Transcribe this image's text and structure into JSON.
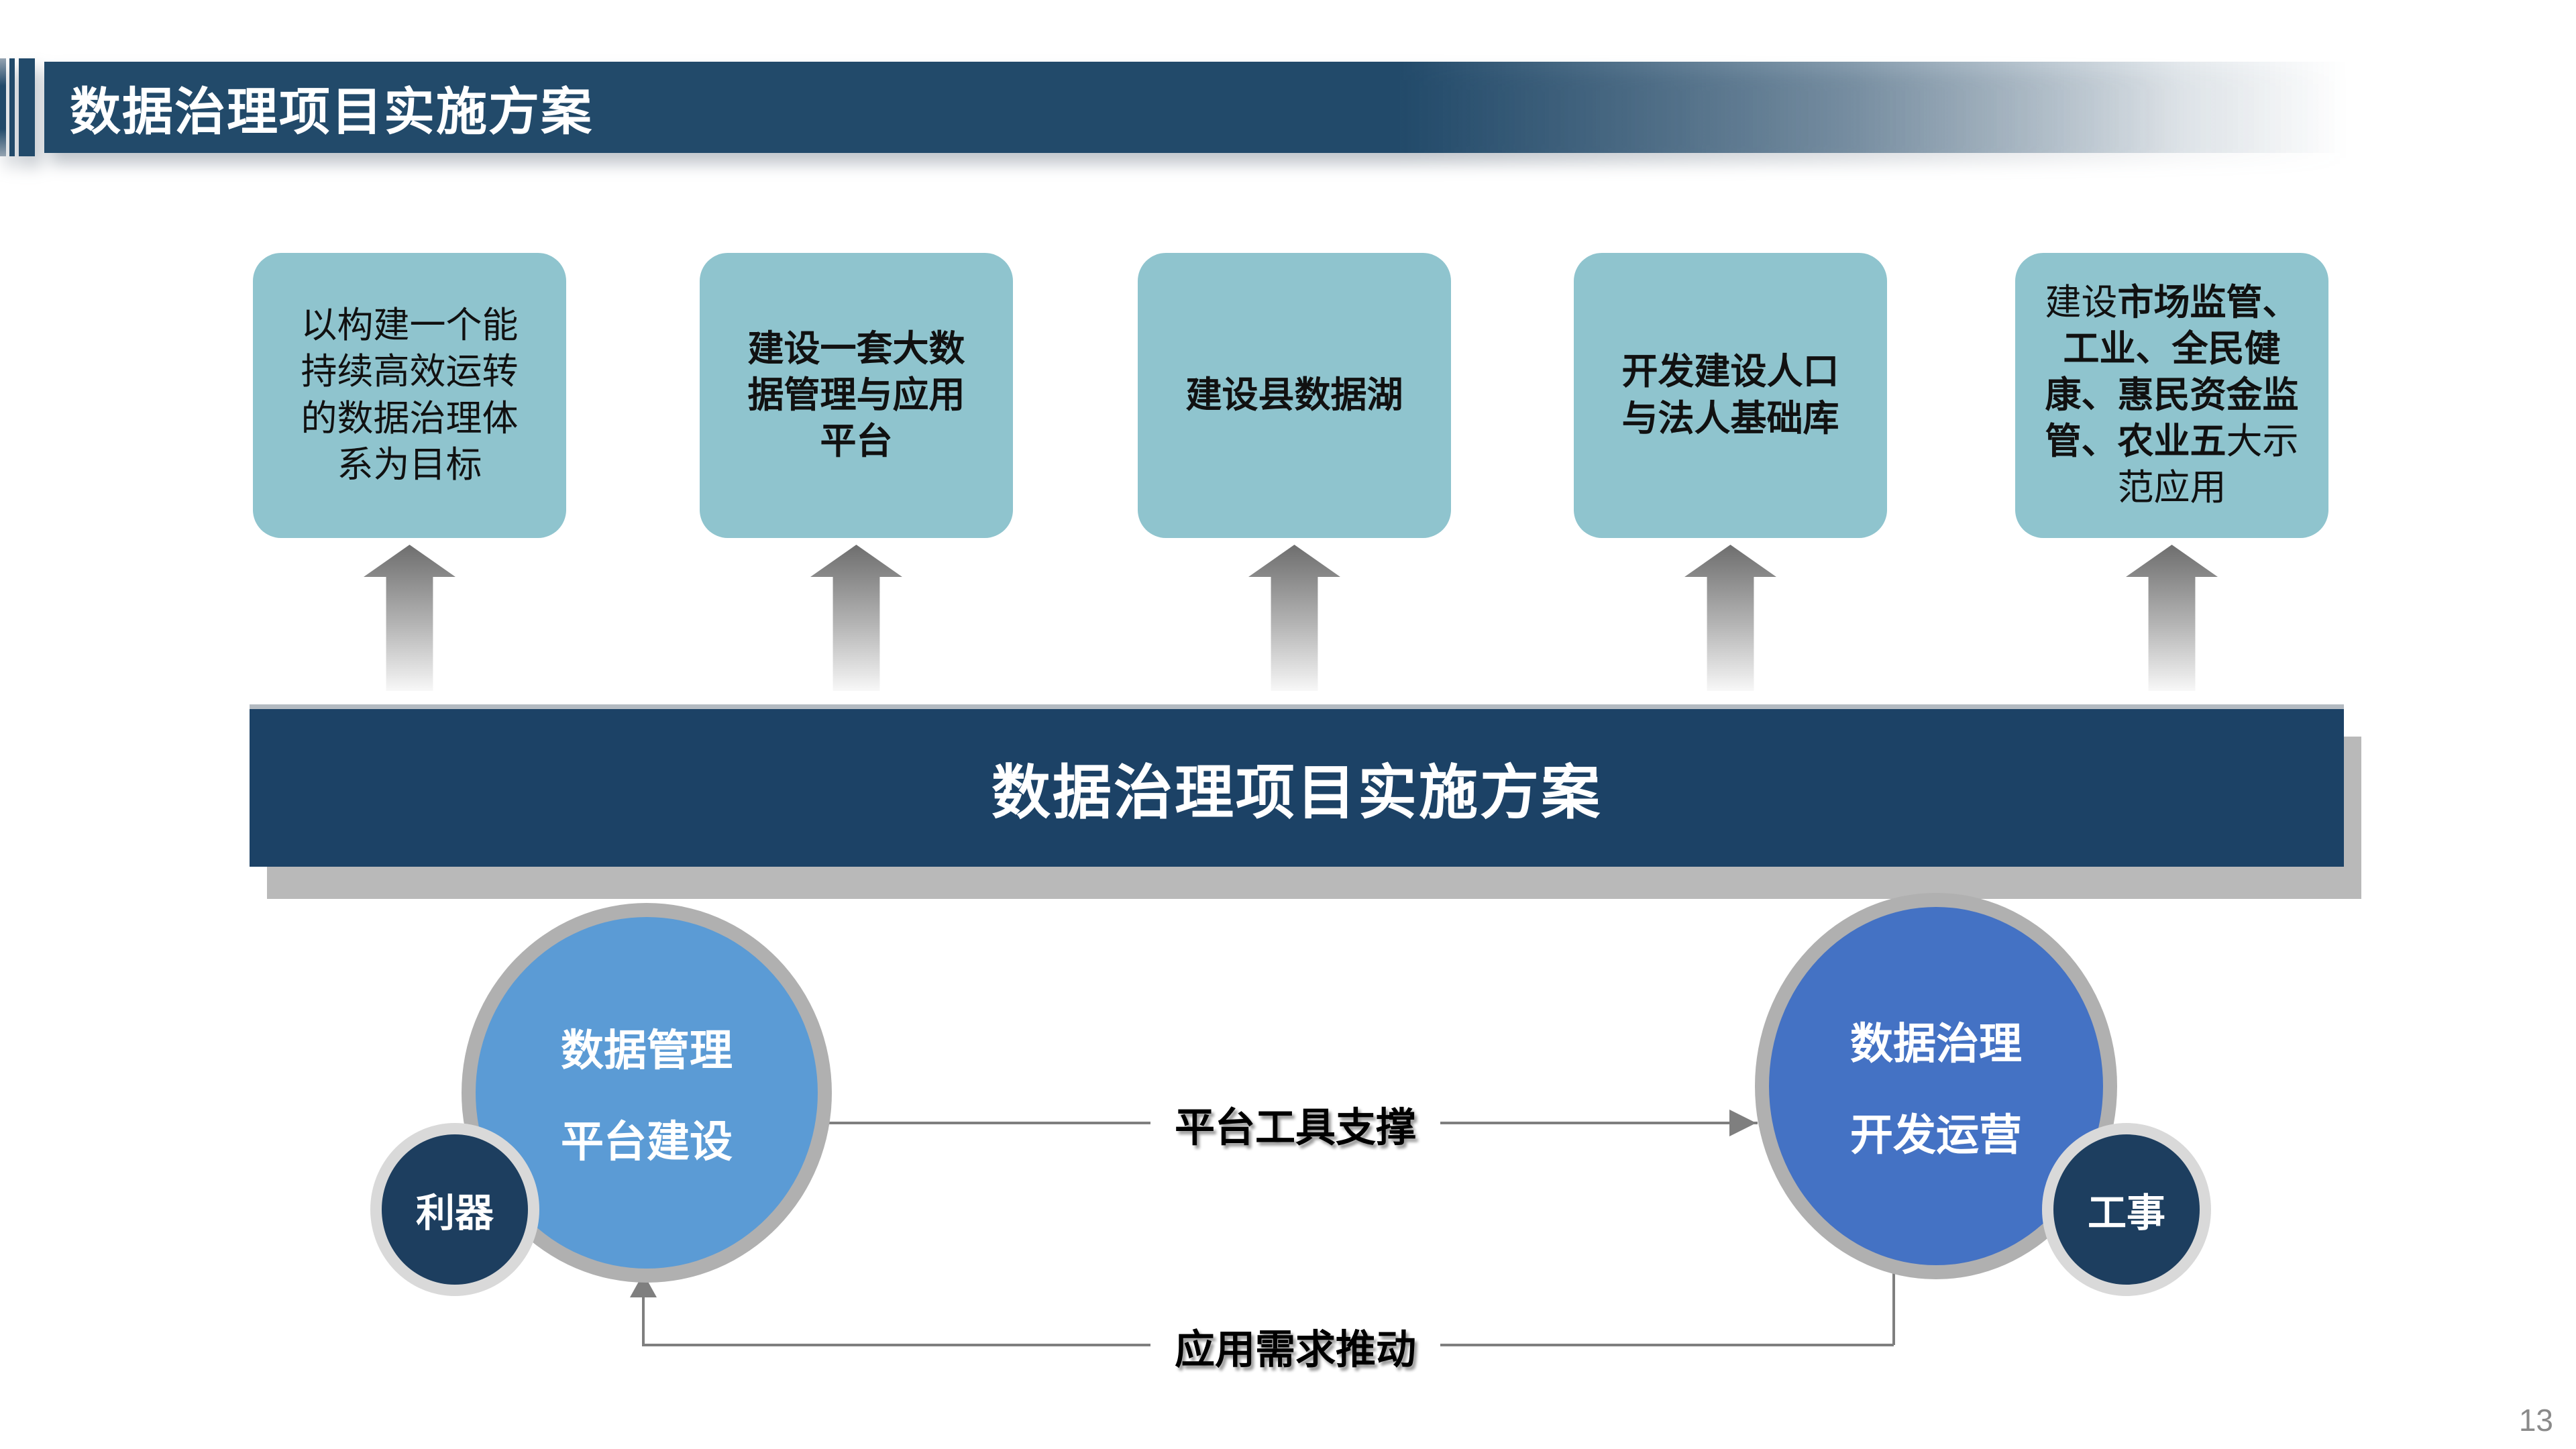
{
  "header": {
    "title": "数据治理项目实施方案"
  },
  "boxes": [
    {
      "segments": [
        {
          "text": "以构建一个能持续高效运转的数据治理体系为目标",
          "bold": false
        }
      ]
    },
    {
      "segments": [
        {
          "text": "建设一套大数据管理与应用平台",
          "bold": true
        }
      ]
    },
    {
      "segments": [
        {
          "text": "建设县数据湖",
          "bold": true
        }
      ]
    },
    {
      "segments": [
        {
          "text": "开发建设人口与法人基础库",
          "bold": true
        }
      ]
    },
    {
      "segments": [
        {
          "text": "建设",
          "bold": false
        },
        {
          "text": "市场监管、工业、全民健康、惠民资金监管、农业五",
          "bold": true
        },
        {
          "text": "大示范应用",
          "bold": false
        }
      ]
    }
  ],
  "banner": {
    "title": "数据治理项目实施方案"
  },
  "circles": {
    "left": {
      "line1": "数据管理",
      "line2": "平台建设",
      "badge": "利器"
    },
    "right": {
      "line1": "数据治理",
      "line2": "开发运营",
      "badge": "工事"
    }
  },
  "connectors": {
    "top_label": "平台工具支撑",
    "bottom_label": "应用需求推动"
  },
  "page": {
    "number": "13"
  },
  "colors": {
    "navy_header": "#224A6A",
    "navy_banner": "#1C4266",
    "teal_box": "#8FC4CE",
    "circle_left": "#5B9BD5",
    "circle_right": "#4472C4",
    "circle_small": "#1D3E5F",
    "ring_gray": "#B0B0B0",
    "ring_light": "#D9D9D9",
    "line_gray": "#7F7F7F",
    "shadow_gray": "#B9B9B9",
    "text_black": "#111111",
    "page_gray": "#8A8A8A"
  }
}
